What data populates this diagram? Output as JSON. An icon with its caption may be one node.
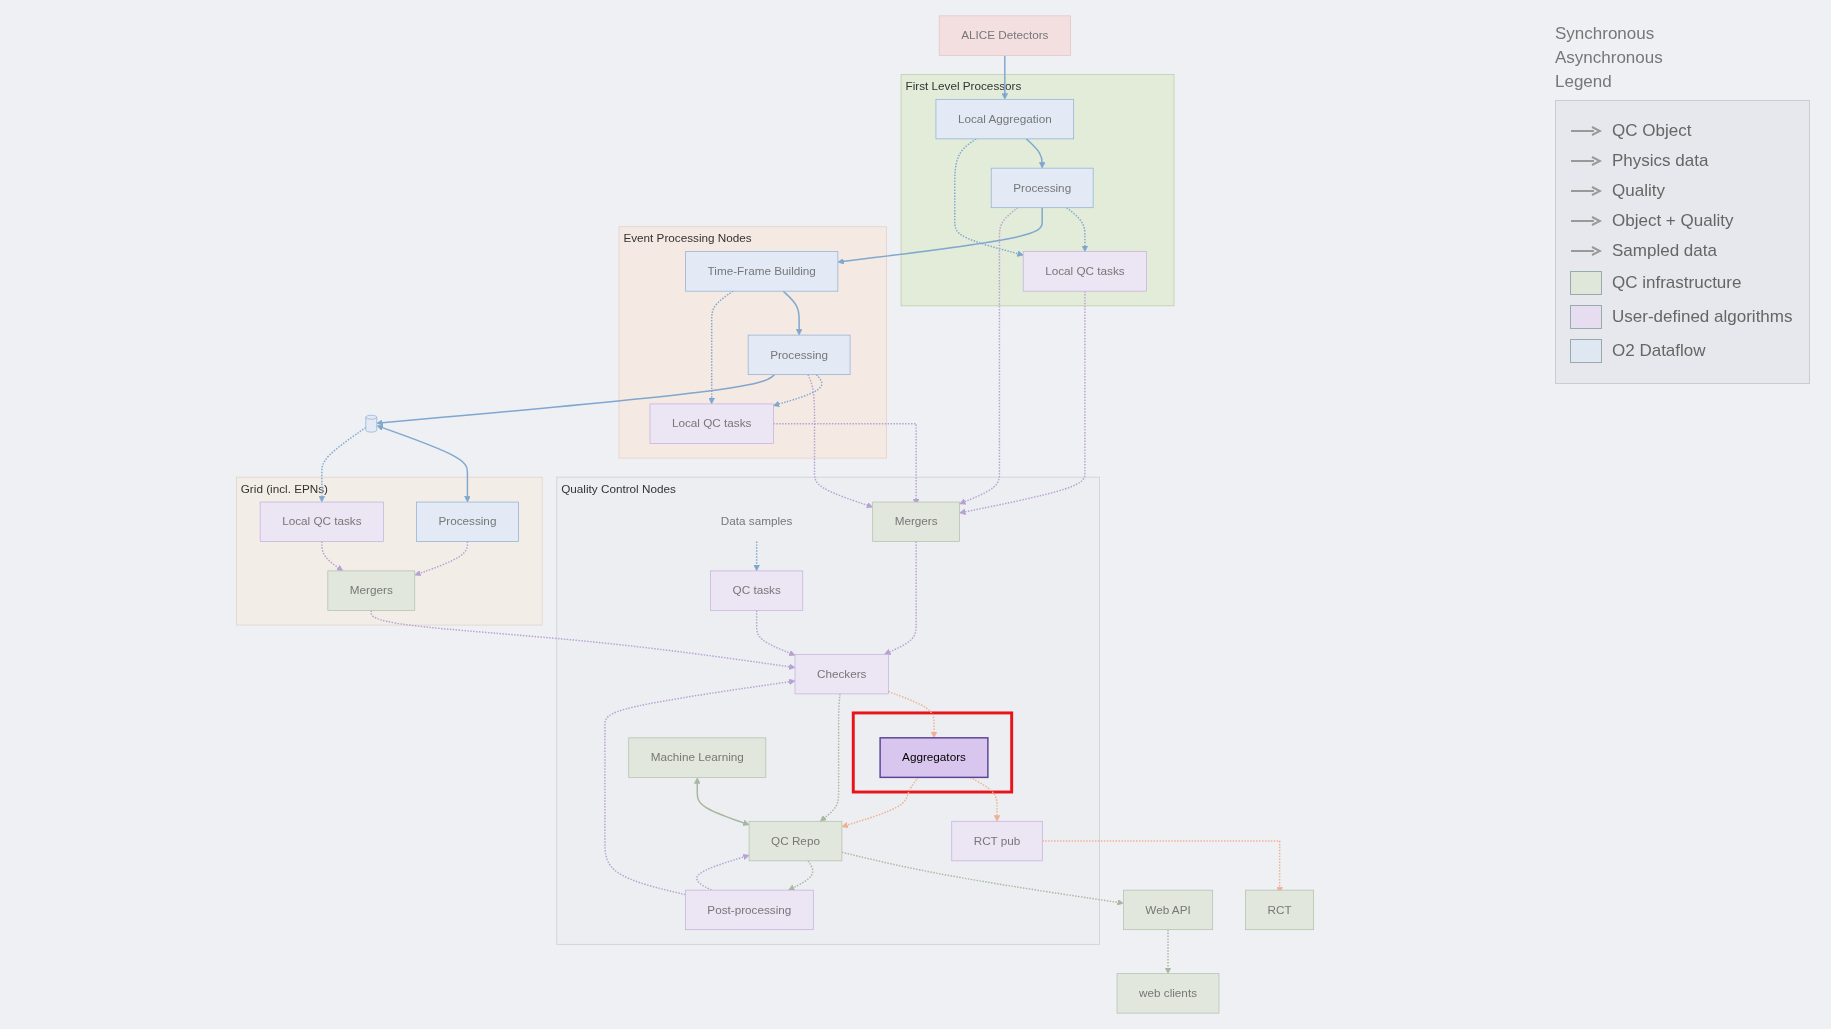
{
  "diagram": {
    "nodes": [
      {
        "text": [
          "ALICE Detectors"
        ]
      },
      {
        "text": [
          "First Level Processors"
        ]
      },
      {
        "text": [
          "Local Aggregation"
        ],
        "in": 1
      },
      {
        "text": [
          "Local QC tasks"
        ],
        "in": 1
      },
      {
        "text": [
          "Processing"
        ],
        "in": 1
      },
      {
        "text": [
          "Event Processing Nodes"
        ]
      },
      {
        "text": [
          "Time-Frame Building"
        ],
        "in": 5
      },
      {
        "text": [
          "Local QC tasks"
        ],
        "in": 5
      },
      {
        "text": [
          "Processing"
        ],
        "in": 5
      },
      {
        "text": [],
        "shape": "cylinder"
      },
      {
        "text": [
          "Grid (incl. EPNs)"
        ]
      },
      {
        "text": [
          "Local QC tasks"
        ],
        "in": 10
      },
      {
        "text": [
          "Processing"
        ],
        "in": 10
      },
      {
        "text": [
          "Mergers"
        ],
        "in": 10
      },
      {
        "text": [
          "Quality Control Nodes"
        ]
      },
      {
        "text": [
          "Data samples"
        ],
        "in": 14
      },
      {
        "text": [
          "QC tasks"
        ],
        "in": 14
      },
      {
        "text": [
          "RCT pub"
        ],
        "in": 14
      },
      {
        "text": [],
        "shape": "box",
        "in": 14
      },
      {
        "text": [
          "Aggregators"
        ],
        "in": 18
      },
      {
        "text": [
          "Machine Learning"
        ],
        "in": 14
      },
      {
        "text": [
          "Mergers"
        ],
        "in": 14
      },
      {
        "text": [
          "Checkers"
        ],
        "in": 14
      },
      {
        "text": [
          "QC Repo"
        ],
        "in": 14
      },
      {
        "text": [
          "Post-processing"
        ],
        "in": 14
      },
      {
        "text": [
          "Web API"
        ]
      },
      {
        "text": [
          "RCT"
        ]
      },
      {
        "text": [
          "web clients"
        ]
      }
    ],
    "edges": [
      {
        "from": 0,
        "to": 2,
        "arrow": "to"
      },
      {
        "from": 2,
        "to": 4,
        "arrow": "to"
      },
      {
        "from": 2,
        "to": 3,
        "arrow": "to",
        "style": "dashed"
      },
      {
        "from": 4,
        "to": 3,
        "arrow": "to",
        "style": "dashed"
      },
      {
        "from": 4,
        "to": 6,
        "arrow": "to"
      },
      {
        "from": 3,
        "to": 21,
        "arrow": "to",
        "style": "dashed",
        "color": "#b7a2d3"
      },
      {
        "from": 4,
        "to": 21,
        "arrow": "to",
        "style": "dashed",
        "color": "#b7a2d3"
      },
      {
        "from": 6,
        "to": 8,
        "arrow": "to"
      },
      {
        "from": 6,
        "to": 7,
        "arrow": "to",
        "style": "dashed"
      },
      {
        "from": 8,
        "to": 7,
        "arrow": "to",
        "style": "dashed"
      },
      {
        "from": 7,
        "to": 21,
        "arrow": "to",
        "style": "dashed",
        "color": "#b7a2d3"
      },
      {
        "from": 8,
        "to": 21,
        "arrow": "to",
        "style": "dashed",
        "color": "#b7a2d3"
      },
      {
        "from": 8,
        "to": 9,
        "arrow": "to"
      },
      {
        "from": 9,
        "to": 12,
        "arrow": "both"
      },
      {
        "from": 9,
        "to": 11,
        "arrow": "to",
        "style": "dashed"
      },
      {
        "from": 11,
        "to": 13,
        "arrow": "to",
        "style": "dashed",
        "color": "#b7a2d3"
      },
      {
        "from": 12,
        "to": 13,
        "arrow": "to",
        "style": "dashed",
        "color": "#b7a2d3"
      },
      {
        "from": 13,
        "to": 22,
        "arrow": "to",
        "style": "dashed",
        "color": "#b7a2d3"
      },
      {
        "from": 21,
        "to": 22,
        "arrow": "to",
        "style": "dashed",
        "color": "#b7a2d3"
      },
      {
        "from": 15,
        "to": 16,
        "arrow": "to",
        "style": "dashed"
      },
      {
        "from": 16,
        "to": 22,
        "arrow": "to",
        "style": "dashed",
        "color": "#b7a2d3"
      },
      {
        "from": 24,
        "to": 22,
        "arrow": "to",
        "style": "dashed",
        "color": "#b7a2d3"
      },
      {
        "from": 22,
        "to": 19,
        "arrow": "to",
        "style": "dashed",
        "color": "#f0b093"
      },
      {
        "from": 22,
        "to": 23,
        "arrow": "to",
        "style": "dashed",
        "color": "#a7b8a1"
      },
      {
        "from": 19,
        "to": 17,
        "arrow": "to",
        "style": "dashed",
        "color": "#f0b093"
      },
      {
        "from": 19,
        "to": 23,
        "arrow": "to",
        "style": "dashed",
        "color": "#f0b093"
      },
      {
        "from": 17,
        "to": 26,
        "arrow": "to",
        "style": "dashed",
        "color": "#f0b093"
      },
      {
        "from": 20,
        "to": 23,
        "arrow": "both",
        "color": "#a7b8a1"
      },
      {
        "from": 23,
        "to": 25,
        "arrow": "to",
        "style": "dashed",
        "color": "#a7b8a1"
      },
      {
        "from": 25,
        "to": 27,
        "arrow": "to",
        "style": "dashed",
        "color": "#a7b8a1"
      },
      {
        "from": 23,
        "to": 24,
        "arrow": "to",
        "style": "dashed",
        "color": "#a7b8a1"
      },
      {
        "from": 24,
        "to": 23,
        "arrow": "to",
        "style": "dashed",
        "color": "#b7a2d3"
      }
    ],
    "labels": [
      "Synchronous",
      "Asynchronous",
      "Legend"
    ],
    "legend": [
      {
        "text": "QC Object"
      },
      {
        "text": "Physics data"
      },
      {
        "text": "Quality"
      },
      {
        "text": "Object + Quality"
      },
      {
        "text": "Sampled data"
      },
      {
        "text": "QC infrastructure",
        "color": "#dfe6da"
      },
      {
        "text": "User-defined algorithms",
        "color": "#e6ddf1"
      },
      {
        "text": "O2 Dataflow",
        "color": "#dfe7f3"
      }
    ]
  }
}
